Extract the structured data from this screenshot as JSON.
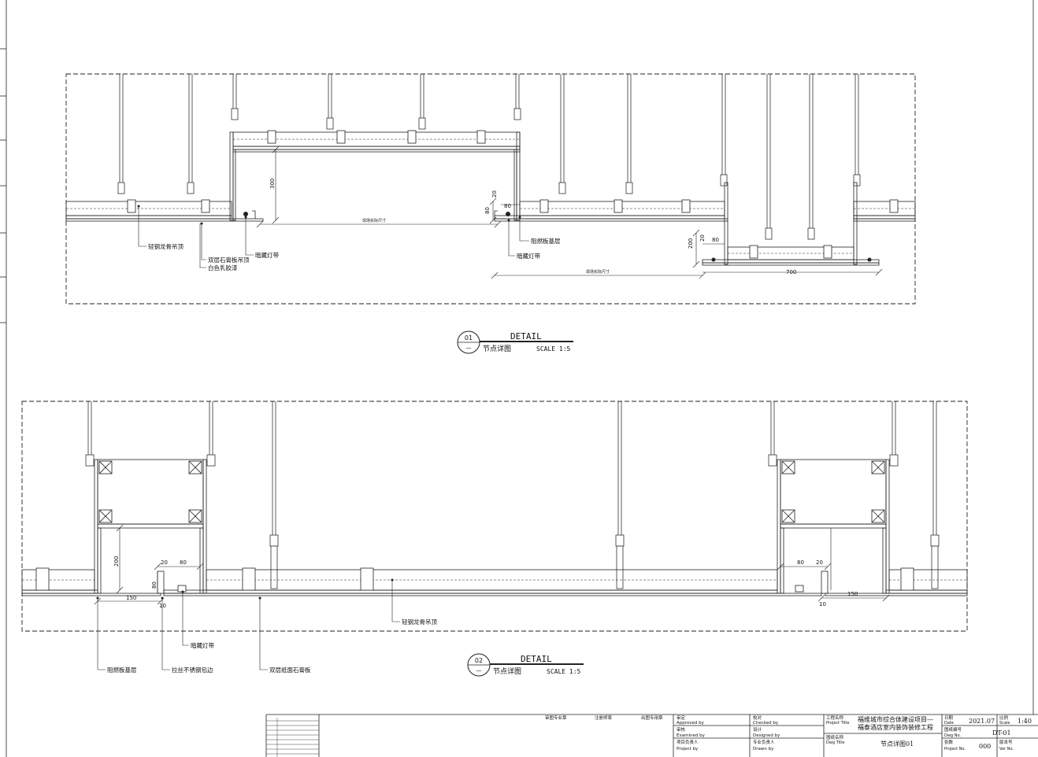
{
  "detail1": {
    "annotations": {
      "keel": "轻钢龙骨吊顶",
      "gypsum": "双层石膏板吊顶",
      "paint": "白色乳胶漆",
      "strip_left": "暗藏灯带",
      "board": "阻燃板基层",
      "strip_right": "暗藏灯带",
      "site_size": "现场实际尺寸",
      "site_size2": "现场实际尺寸"
    },
    "dims": {
      "h300": "300",
      "d20": "20",
      "d80a": "80",
      "d80b": "80",
      "d200": "200",
      "d20b": "20",
      "d80c": "80",
      "d700": "700"
    },
    "title": {
      "num": "01",
      "sub": "—",
      "en": "DETAIL",
      "cn": "节点详图",
      "scale": "SCALE 1:5"
    }
  },
  "detail2": {
    "annotations": {
      "keel": "轻钢龙骨吊顶",
      "strip": "暗藏灯带",
      "board": "阻燃板基层",
      "steel": "拉丝不锈钢包边",
      "gypsum": "双层纸面石膏板"
    },
    "dims": {
      "d200": "200",
      "d20": "20",
      "d80": "80",
      "d80v": "80",
      "d150": "150",
      "d10": "10",
      "r80": "80",
      "r20": "20",
      "r150": "150",
      "r10": "10"
    },
    "title": {
      "num": "02",
      "sub": "—",
      "en": "DETAIL",
      "cn": "节点详图",
      "scale": "SCALE 1:5"
    }
  },
  "titleblock": {
    "stamp1": "审图专业章",
    "stamp2": "注册师章",
    "stamp3": "出图专用章",
    "approved_cn": "审定",
    "approved_en": "Approved by",
    "checked_cn": "校对",
    "checked_en": "Checked by",
    "examined_cn": "审核",
    "examined_en": "Examined by",
    "designed_cn": "设计",
    "designed_en": "Designed by",
    "project_cn": "项目负责人",
    "project_en": "Project by",
    "drawn_cn": "专业负责人",
    "drawn_en": "Drawn by",
    "ptitle_cn": "工程名称",
    "ptitle_en": "Project Title",
    "ptitle_v1": "福维城市综合体建设项目—",
    "ptitle_v2": "福泰酒店室内装饰装修工程",
    "dtitle_cn": "图纸名称",
    "dtitle_en": "Dwg Title",
    "dtitle_v": "节点详图01",
    "date_cn": "日期",
    "date_en": "Date",
    "date_v": "2021.07",
    "scale_cn": "比例",
    "scale_en": "Scale",
    "scale_v": "1:40",
    "dwgno_cn": "图纸编号",
    "dwgno_en": "Dwg No.",
    "dwgno_v": "DT-01",
    "projno_cn": "张数",
    "projno_en": "Project No.",
    "projno_v": "000",
    "ver_cn": "版本号",
    "ver_en": "Ver No."
  }
}
